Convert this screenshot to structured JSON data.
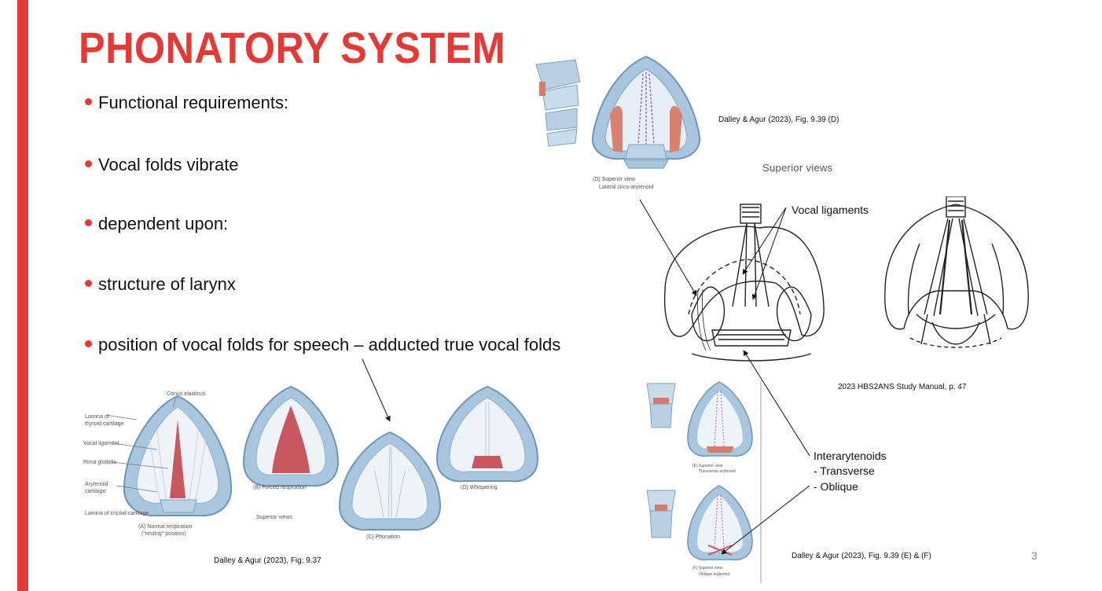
{
  "slide": {
    "title": "PHONATORY SYSTEM",
    "page_number": "3",
    "accent_color": "#e53935"
  },
  "bullets": [
    "Functional requirements:",
    "Vocal folds vibrate",
    "dependent upon:",
    "structure of larynx",
    "position of vocal folds for speech –  adducted true vocal folds"
  ],
  "captions": {
    "top_figure": "Dalley & Agur (2023),  Fig. 9.39 (D)",
    "study_manual": "2023  HBS2ANS  Study Manual,  p. 47",
    "bottom_left_figure": "Dalley & Agur (2023),  Fig: 9.37",
    "bottom_right_figure": "Dalley & Agur (2023),  Fig. 9.39 (E) & (F)"
  },
  "labels": {
    "superior_views": "Superior views",
    "vocal_ligaments": "Vocal ligaments",
    "interarytenoids": "Interarytenoids",
    "transverse": "-   Transverse",
    "oblique": "-   Oblique"
  },
  "figure_text": {
    "top_sublabel_1": "(D) Superior view",
    "top_sublabel_2": "Lateral crico-arytenoid",
    "conus": "Conus elasticus",
    "lamina_thyroid_1": "Lamina of",
    "lamina_thyroid_2": "thyroid cartilage",
    "vocal_ligament": "Vocal ligament",
    "rima": "Rima glottidis",
    "arytenoid_1": "Arytenoid",
    "arytenoid_2": "cartilage",
    "lamina_cricoid": "Lamina of cricoid cartilage",
    "fig_a_1": "(A) Normal respiration",
    "fig_a_2": "(\"resting\" position)",
    "fig_b": "(B) Forced respiration",
    "fig_c": "(C) Phonation",
    "fig_d": "(D) Whispering",
    "superior_views_small": "Superior views",
    "fig_e_1": "(E) Superior view",
    "fig_e_2": "Transverse arytenoid",
    "fig_f_1": "(F) Superior view",
    "fig_f_2": "Oblique arytenoid"
  }
}
